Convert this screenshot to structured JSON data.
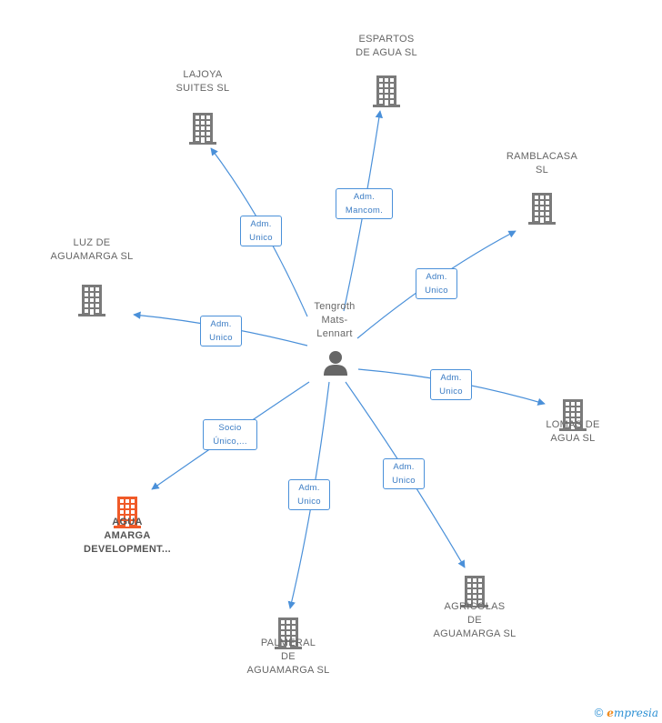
{
  "center": {
    "name": "Tengroth\nMats-\nLennart",
    "icon": "person-icon"
  },
  "companies": [
    {
      "id": "espartos",
      "name": "ESPARTOS\nDE AGUA SL",
      "relation": "Adm.\nMancom.",
      "highlight": false
    },
    {
      "id": "lajoya",
      "name": "LAJOYA\nSUITES SL",
      "relation": "Adm.\nUnico",
      "highlight": false
    },
    {
      "id": "ramblacasa",
      "name": "RAMBLACASA\nSL",
      "relation": "Adm.\nUnico",
      "highlight": false
    },
    {
      "id": "luz",
      "name": "LUZ DE\nAGUAMARGA SL",
      "relation": "Adm.\nUnico",
      "highlight": false
    },
    {
      "id": "lomas",
      "name": "LOMAS DE\nAGUA SL",
      "relation": "Adm.\nUnico",
      "highlight": false
    },
    {
      "id": "agua-amarga",
      "name": "AGUA\nAMARGA\nDEVELOPMENT...",
      "relation": "Socio\nÚnico,...",
      "highlight": true
    },
    {
      "id": "palmeral",
      "name": "PALMERAL\nDE\nAGUAMARGA SL",
      "relation": "Adm.\nUnico",
      "highlight": false
    },
    {
      "id": "agricolas",
      "name": "AGRICOLAS\nDE\nAGUAMARGA SL",
      "relation": "Adm.\nUnico",
      "highlight": false
    }
  ],
  "colors": {
    "edge": "#4a90d9",
    "building": "#7a7a7a",
    "highlight": "#f05a28",
    "person": "#666666"
  },
  "footer": {
    "copyright": "©",
    "brand_initial": "e",
    "brand_rest": "mpresia"
  }
}
